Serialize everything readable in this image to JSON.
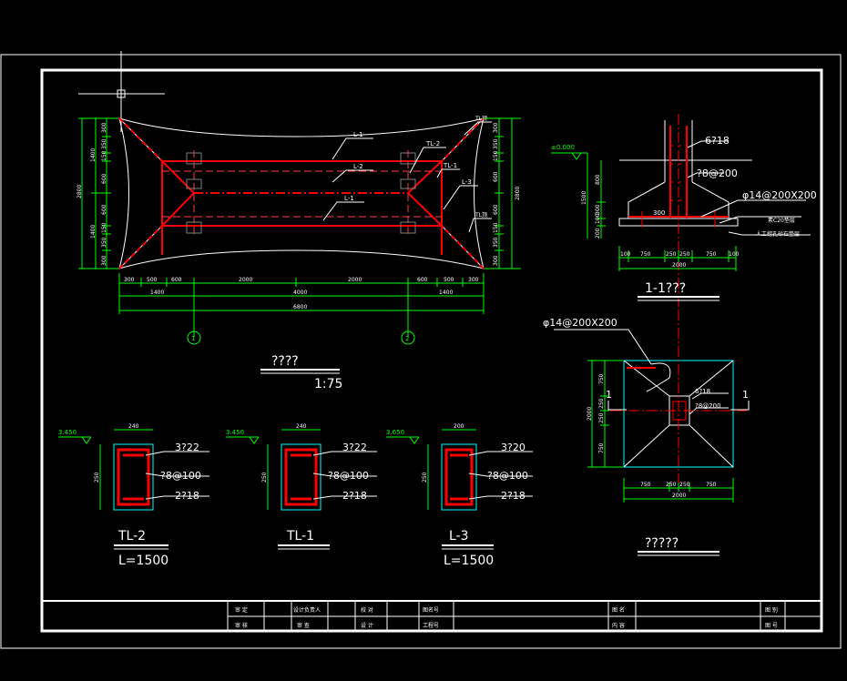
{
  "plan": {
    "title": "????",
    "scale": "1:75",
    "labels": {
      "L1a": "L-1",
      "L2": "L-2",
      "L1b": "L-1",
      "TL2": "TL-2",
      "TL1": "TL-1",
      "L3": "L-3",
      "TLtop": "TL顶",
      "TLbot": "TL顶"
    },
    "top_dims": [
      "300",
      "500",
      "600",
      "2000",
      "2000",
      "600",
      "500",
      "300"
    ],
    "mid_dims": [
      "1400",
      "4000",
      "1400"
    ],
    "total_dim": "6800",
    "left_dims": [
      "300",
      "350",
      "150",
      "1400",
      "600",
      "600",
      "1400",
      "150",
      "350",
      "300"
    ],
    "left_total": "2800",
    "right_dims": [
      "300",
      "350",
      "150",
      "600",
      "600",
      "150",
      "350",
      "300"
    ],
    "right_total": "2800",
    "axis_1": "1",
    "axis_2": "2"
  },
  "section": {
    "title": "1-1???",
    "elev": "±0.000",
    "rebar_top": "6?18",
    "stirrup": "?8@200",
    "mesh": "φ14@200X200",
    "concrete": "素C20垫层",
    "base": "人工挖孔砂石垫层",
    "dim_300": "300",
    "v_dims": [
      "1500",
      "800",
      "300",
      "100",
      "200"
    ],
    "bottom_dims": [
      "100",
      "750",
      "250",
      "250",
      "750",
      "100"
    ],
    "bottom_total": "2000"
  },
  "foundation_plan": {
    "title": "?????",
    "mesh": "φ14@200X200",
    "rebar": "6?18",
    "stirrup": "?8@200",
    "cut_left": "1",
    "cut_right": "1",
    "left_dims": [
      "750",
      "250",
      "250",
      "750"
    ],
    "left_total": "2000",
    "bottom_dims": [
      "750",
      "250",
      "250",
      "750"
    ],
    "bottom_total": "2000"
  },
  "beams": [
    {
      "elev": "3.450",
      "width": "240",
      "height": "250",
      "top": "3?22",
      "stirrup": "?8@100",
      "bottom": "2?18",
      "name": "TL-2",
      "length": "L=1500"
    },
    {
      "elev": "3.450",
      "width": "240",
      "height": "250",
      "top": "3?22",
      "stirrup": "?8@100",
      "bottom": "2?18",
      "name": "TL-1",
      "length": ""
    },
    {
      "elev": "3.650",
      "width": "200",
      "height": "250",
      "top": "3?20",
      "stirrup": "?8@100",
      "bottom": "2?18",
      "name": "L-3",
      "length": "L=1500"
    }
  ],
  "title_block": [
    "审 定",
    "审 核",
    "设计负责人",
    "校 对",
    "审 查",
    "设 计",
    "图名号",
    "工程号",
    "图 名",
    "内 容",
    "图 别",
    "图 号"
  ],
  "colors": {
    "line": "#ffffff",
    "dim": "#00ff00",
    "beam": "#ff0000",
    "column": "#00ffff",
    "label": "#ffffff"
  }
}
